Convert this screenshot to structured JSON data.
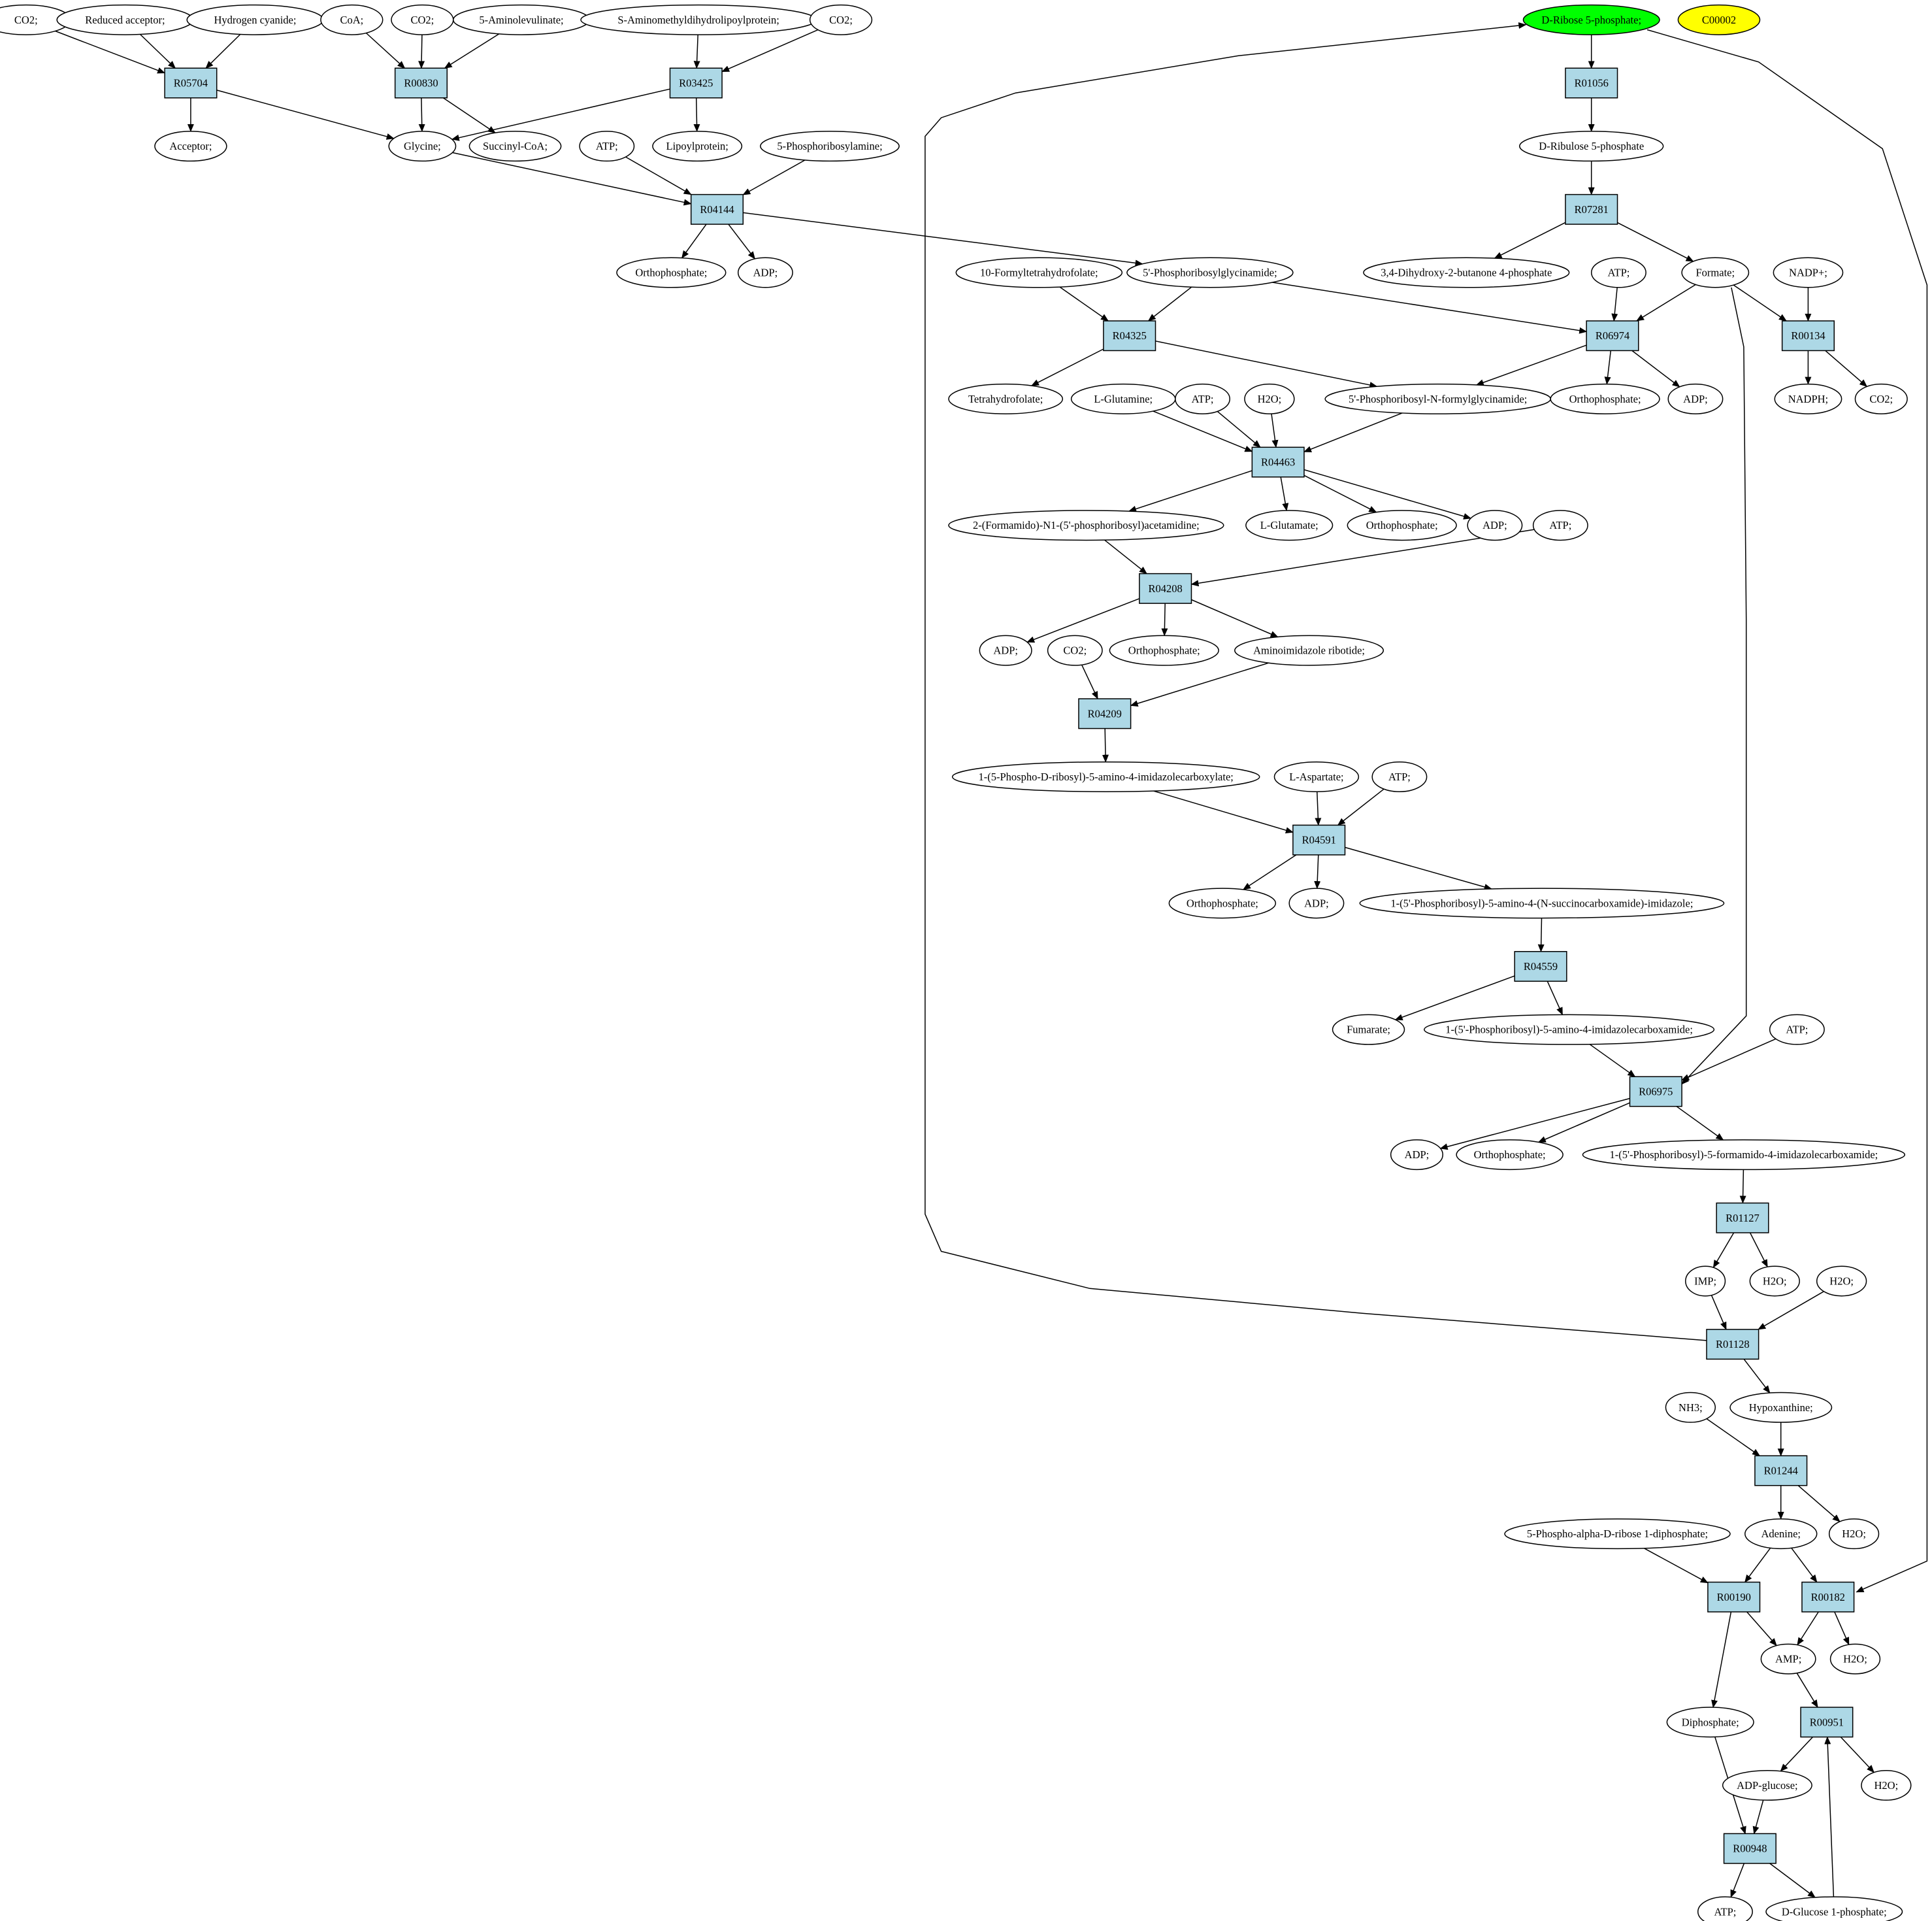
{
  "colors": {
    "reaction_fill": "#add8e6",
    "compound_fill": "#ffffff",
    "start_fill": "#00ff00",
    "marker_fill": "#ffff00",
    "stroke": "#000000"
  },
  "nodes": [
    {
      "id": "c_co2_1",
      "kind": "compound",
      "label": "CO2;"
    },
    {
      "id": "c_reduced_acceptor",
      "kind": "compound",
      "label": "Reduced acceptor;"
    },
    {
      "id": "c_hydrogen_cyanide",
      "kind": "compound",
      "label": "Hydrogen cyanide;"
    },
    {
      "id": "c_coa",
      "kind": "compound",
      "label": "CoA;"
    },
    {
      "id": "c_co2_2",
      "kind": "compound",
      "label": "CO2;"
    },
    {
      "id": "c_aminolevulinate",
      "kind": "compound",
      "label": "5-Aminolevulinate;"
    },
    {
      "id": "c_s_aminomethyl",
      "kind": "compound",
      "label": "S-Aminomethyldihydrolipoylprotein;"
    },
    {
      "id": "c_co2_3",
      "kind": "compound",
      "label": "CO2;"
    },
    {
      "id": "c_d_ribose_5p",
      "kind": "start",
      "label": "D-Ribose 5-phosphate;"
    },
    {
      "id": "c_c00002",
      "kind": "marker",
      "label": "C00002"
    },
    {
      "id": "r_R05704",
      "kind": "reaction",
      "label": "R05704"
    },
    {
      "id": "r_R00830",
      "kind": "reaction",
      "label": "R00830"
    },
    {
      "id": "r_R03425",
      "kind": "reaction",
      "label": "R03425"
    },
    {
      "id": "r_R01056",
      "kind": "reaction",
      "label": "R01056"
    },
    {
      "id": "c_acceptor",
      "kind": "compound",
      "label": "Acceptor;"
    },
    {
      "id": "c_glycine",
      "kind": "compound",
      "label": "Glycine;"
    },
    {
      "id": "c_succinyl_coa",
      "kind": "compound",
      "label": "Succinyl-CoA;"
    },
    {
      "id": "c_atp_1",
      "kind": "compound",
      "label": "ATP;"
    },
    {
      "id": "c_lipoylprotein",
      "kind": "compound",
      "label": "Lipoylprotein;"
    },
    {
      "id": "c_phosphoribosylamine",
      "kind": "compound",
      "label": "5-Phosphoribosylamine;"
    },
    {
      "id": "c_d_ribulose_5p",
      "kind": "compound",
      "label": "D-Ribulose 5-phosphate"
    },
    {
      "id": "r_R04144",
      "kind": "reaction",
      "label": "R04144"
    },
    {
      "id": "r_R07281",
      "kind": "reaction",
      "label": "R07281"
    },
    {
      "id": "c_orthophosphate_1",
      "kind": "compound",
      "label": "Orthophosphate;"
    },
    {
      "id": "c_adp_1",
      "kind": "compound",
      "label": "ADP;"
    },
    {
      "id": "c_10_formyl_thf",
      "kind": "compound",
      "label": "10-Formyltetrahydrofolate;"
    },
    {
      "id": "c_phosphoribosylglycinamide",
      "kind": "compound",
      "label": "5'-Phosphoribosylglycinamide;"
    },
    {
      "id": "c_dihydroxy_butanone",
      "kind": "compound",
      "label": "3,4-Dihydroxy-2-butanone 4-phosphate"
    },
    {
      "id": "c_atp_2",
      "kind": "compound",
      "label": "ATP;"
    },
    {
      "id": "c_formate",
      "kind": "compound",
      "label": "Formate;"
    },
    {
      "id": "c_nadp",
      "kind": "compound",
      "label": "NADP+;"
    },
    {
      "id": "r_R04325",
      "kind": "reaction",
      "label": "R04325"
    },
    {
      "id": "r_R06974",
      "kind": "reaction",
      "label": "R06974"
    },
    {
      "id": "r_R00134",
      "kind": "reaction",
      "label": "R00134"
    },
    {
      "id": "c_thf",
      "kind": "compound",
      "label": "Tetrahydrofolate;"
    },
    {
      "id": "c_l_glutamine",
      "kind": "compound",
      "label": "L-Glutamine;"
    },
    {
      "id": "c_atp_3",
      "kind": "compound",
      "label": "ATP;"
    },
    {
      "id": "c_h2o_1",
      "kind": "compound",
      "label": "H2O;"
    },
    {
      "id": "c_fgar",
      "kind": "compound",
      "label": "5'-Phosphoribosyl-N-formylglycinamide;"
    },
    {
      "id": "c_orthophosphate_2",
      "kind": "compound",
      "label": "Orthophosphate;"
    },
    {
      "id": "c_adp_2",
      "kind": "compound",
      "label": "ADP;"
    },
    {
      "id": "c_nadph",
      "kind": "compound",
      "label": "NADPH;"
    },
    {
      "id": "c_co2_4",
      "kind": "compound",
      "label": "CO2;"
    },
    {
      "id": "r_R04463",
      "kind": "reaction",
      "label": "R04463"
    },
    {
      "id": "c_fgam",
      "kind": "compound",
      "label": "2-(Formamido)-N1-(5'-phosphoribosyl)acetamidine;"
    },
    {
      "id": "c_l_glutamate",
      "kind": "compound",
      "label": "L-Glutamate;"
    },
    {
      "id": "c_orthophosphate_3",
      "kind": "compound",
      "label": "Orthophosphate;"
    },
    {
      "id": "c_adp_3",
      "kind": "compound",
      "label": "ADP;"
    },
    {
      "id": "c_atp_4",
      "kind": "compound",
      "label": "ATP;"
    },
    {
      "id": "r_R04208",
      "kind": "reaction",
      "label": "R04208"
    },
    {
      "id": "c_adp_4",
      "kind": "compound",
      "label": "ADP;"
    },
    {
      "id": "c_co2_5",
      "kind": "compound",
      "label": "CO2;"
    },
    {
      "id": "c_orthophosphate_4",
      "kind": "compound",
      "label": "Orthophosphate;"
    },
    {
      "id": "c_air",
      "kind": "compound",
      "label": "Aminoimidazole ribotide;"
    },
    {
      "id": "r_R04209",
      "kind": "reaction",
      "label": "R04209"
    },
    {
      "id": "c_cair",
      "kind": "compound",
      "label": "1-(5-Phospho-D-ribosyl)-5-amino-4-imidazolecarboxylate;"
    },
    {
      "id": "c_l_aspartate",
      "kind": "compound",
      "label": "L-Aspartate;"
    },
    {
      "id": "c_atp_5",
      "kind": "compound",
      "label": "ATP;"
    },
    {
      "id": "r_R04591",
      "kind": "reaction",
      "label": "R04591"
    },
    {
      "id": "c_orthophosphate_5",
      "kind": "compound",
      "label": "Orthophosphate;"
    },
    {
      "id": "c_adp_5",
      "kind": "compound",
      "label": "ADP;"
    },
    {
      "id": "c_saicar",
      "kind": "compound",
      "label": "1-(5'-Phosphoribosyl)-5-amino-4-(N-succinocarboxamide)-imidazole;"
    },
    {
      "id": "r_R04559",
      "kind": "reaction",
      "label": "R04559"
    },
    {
      "id": "c_fumarate",
      "kind": "compound",
      "label": "Fumarate;"
    },
    {
      "id": "c_aicar",
      "kind": "compound",
      "label": "1-(5'-Phosphoribosyl)-5-amino-4-imidazolecarboxamide;"
    },
    {
      "id": "c_atp_6",
      "kind": "compound",
      "label": "ATP;"
    },
    {
      "id": "r_R06975",
      "kind": "reaction",
      "label": "R06975"
    },
    {
      "id": "c_adp_6",
      "kind": "compound",
      "label": "ADP;"
    },
    {
      "id": "c_orthophosphate_6",
      "kind": "compound",
      "label": "Orthophosphate;"
    },
    {
      "id": "c_faicar",
      "kind": "compound",
      "label": "1-(5'-Phosphoribosyl)-5-formamido-4-imidazolecarboxamide;"
    },
    {
      "id": "r_R01127",
      "kind": "reaction",
      "label": "R01127"
    },
    {
      "id": "c_imp",
      "kind": "compound",
      "label": "IMP;"
    },
    {
      "id": "c_h2o_2",
      "kind": "compound",
      "label": "H2O;"
    },
    {
      "id": "c_h2o_3",
      "kind": "compound",
      "label": "H2O;"
    },
    {
      "id": "r_R01128",
      "kind": "reaction",
      "label": "R01128"
    },
    {
      "id": "c_nh3",
      "kind": "compound",
      "label": "NH3;"
    },
    {
      "id": "c_hypoxanthine",
      "kind": "compound",
      "label": "Hypoxanthine;"
    },
    {
      "id": "r_R01244",
      "kind": "reaction",
      "label": "R01244"
    },
    {
      "id": "c_prpp",
      "kind": "compound",
      "label": "5-Phospho-alpha-D-ribose 1-diphosphate;"
    },
    {
      "id": "c_adenine",
      "kind": "compound",
      "label": "Adenine;"
    },
    {
      "id": "c_h2o_4",
      "kind": "compound",
      "label": "H2O;"
    },
    {
      "id": "r_R00190",
      "kind": "reaction",
      "label": "R00190"
    },
    {
      "id": "r_R00182",
      "kind": "reaction",
      "label": "R00182"
    },
    {
      "id": "c_amp",
      "kind": "compound",
      "label": "AMP;"
    },
    {
      "id": "c_h2o_5",
      "kind": "compound",
      "label": "H2O;"
    },
    {
      "id": "c_diphosphate",
      "kind": "compound",
      "label": "Diphosphate;"
    },
    {
      "id": "r_R00951",
      "kind": "reaction",
      "label": "R00951"
    },
    {
      "id": "c_adp_glucose",
      "kind": "compound",
      "label": "ADP-glucose;"
    },
    {
      "id": "c_h2o_6",
      "kind": "compound",
      "label": "H2O;"
    },
    {
      "id": "r_R00948",
      "kind": "reaction",
      "label": "R00948"
    },
    {
      "id": "c_atp_7",
      "kind": "compound",
      "label": "ATP;"
    },
    {
      "id": "c_d_glucose_1p",
      "kind": "compound",
      "label": "D-Glucose 1-phosphate;"
    }
  ],
  "edges": [
    [
      "c_co2_1",
      "r_R05704"
    ],
    [
      "c_reduced_acceptor",
      "r_R05704"
    ],
    [
      "c_hydrogen_cyanide",
      "r_R05704"
    ],
    [
      "r_R05704",
      "c_acceptor"
    ],
    [
      "r_R05704",
      "c_glycine"
    ],
    [
      "c_coa",
      "r_R00830"
    ],
    [
      "c_co2_2",
      "r_R00830"
    ],
    [
      "c_aminolevulinate",
      "r_R00830"
    ],
    [
      "r_R00830",
      "c_glycine"
    ],
    [
      "r_R00830",
      "c_succinyl_coa"
    ],
    [
      "c_s_aminomethyl",
      "r_R03425"
    ],
    [
      "c_co2_3",
      "r_R03425"
    ],
    [
      "r_R03425",
      "c_glycine"
    ],
    [
      "r_R03425",
      "c_lipoylprotein"
    ],
    [
      "c_glycine",
      "r_R04144"
    ],
    [
      "c_atp_1",
      "r_R04144"
    ],
    [
      "c_phosphoribosylamine",
      "r_R04144"
    ],
    [
      "r_R04144",
      "c_orthophosphate_1"
    ],
    [
      "r_R04144",
      "c_adp_1"
    ],
    [
      "r_R04144",
      "c_phosphoribosylglycinamide"
    ],
    [
      "c_d_ribose_5p",
      "r_R01056"
    ],
    [
      "r_R01056",
      "c_d_ribulose_5p"
    ],
    [
      "c_d_ribulose_5p",
      "r_R07281"
    ],
    [
      "r_R07281",
      "c_dihydroxy_butanone"
    ],
    [
      "r_R07281",
      "c_formate"
    ],
    [
      "c_10_formyl_thf",
      "r_R04325"
    ],
    [
      "c_phosphoribosylglycinamide",
      "r_R04325"
    ],
    [
      "r_R04325",
      "c_thf"
    ],
    [
      "r_R04325",
      "c_fgar"
    ],
    [
      "c_phosphoribosylglycinamide",
      "r_R06974"
    ],
    [
      "c_atp_2",
      "r_R06974"
    ],
    [
      "c_formate",
      "r_R06974"
    ],
    [
      "r_R06974",
      "c_fgar"
    ],
    [
      "r_R06974",
      "c_orthophosphate_2"
    ],
    [
      "r_R06974",
      "c_adp_2"
    ],
    [
      "c_formate",
      "r_R00134"
    ],
    [
      "c_nadp",
      "r_R00134"
    ],
    [
      "r_R00134",
      "c_nadph"
    ],
    [
      "r_R00134",
      "c_co2_4"
    ],
    [
      "c_l_glutamine",
      "r_R04463"
    ],
    [
      "c_atp_3",
      "r_R04463"
    ],
    [
      "c_h2o_1",
      "r_R04463"
    ],
    [
      "c_fgar",
      "r_R04463"
    ],
    [
      "r_R04463",
      "c_fgam"
    ],
    [
      "r_R04463",
      "c_l_glutamate"
    ],
    [
      "r_R04463",
      "c_orthophosphate_3"
    ],
    [
      "r_R04463",
      "c_adp_3"
    ],
    [
      "c_fgam",
      "r_R04208"
    ],
    [
      "c_atp_4",
      "r_R04208"
    ],
    [
      "r_R04208",
      "c_adp_4"
    ],
    [
      "r_R04208",
      "c_orthophosphate_4"
    ],
    [
      "r_R04208",
      "c_air"
    ],
    [
      "c_co2_5",
      "r_R04209"
    ],
    [
      "c_air",
      "r_R04209"
    ],
    [
      "r_R04209",
      "c_cair"
    ],
    [
      "c_cair",
      "r_R04591"
    ],
    [
      "c_l_aspartate",
      "r_R04591"
    ],
    [
      "c_atp_5",
      "r_R04591"
    ],
    [
      "r_R04591",
      "c_orthophosphate_5"
    ],
    [
      "r_R04591",
      "c_adp_5"
    ],
    [
      "r_R04591",
      "c_saicar"
    ],
    [
      "c_saicar",
      "r_R04559"
    ],
    [
      "r_R04559",
      "c_fumarate"
    ],
    [
      "r_R04559",
      "c_aicar"
    ],
    [
      "c_aicar",
      "r_R06975"
    ],
    [
      "c_atp_6",
      "r_R06975"
    ],
    [
      "c_formate",
      "r_R06975"
    ],
    [
      "r_R06975",
      "c_adp_6"
    ],
    [
      "r_R06975",
      "c_orthophosphate_6"
    ],
    [
      "r_R06975",
      "c_faicar"
    ],
    [
      "c_faicar",
      "r_R01127"
    ],
    [
      "r_R01127",
      "c_imp"
    ],
    [
      "r_R01127",
      "c_h2o_2"
    ],
    [
      "c_imp",
      "r_R01128"
    ],
    [
      "c_h2o_3",
      "r_R01128"
    ],
    [
      "r_R01128",
      "c_hypoxanthine"
    ],
    [
      "r_R01128",
      "c_d_ribose_5p"
    ],
    [
      "c_nh3",
      "r_R01244"
    ],
    [
      "c_hypoxanthine",
      "r_R01244"
    ],
    [
      "r_R01244",
      "c_adenine"
    ],
    [
      "r_R01244",
      "c_h2o_4"
    ],
    [
      "c_prpp",
      "r_R00190"
    ],
    [
      "c_adenine",
      "r_R00190"
    ],
    [
      "r_R00190",
      "c_amp"
    ],
    [
      "r_R00190",
      "c_diphosphate"
    ],
    [
      "c_adenine",
      "r_R00182"
    ],
    [
      "c_d_ribose_5p",
      "r_R00182"
    ],
    [
      "r_R00182",
      "c_amp"
    ],
    [
      "r_R00182",
      "c_h2o_5"
    ],
    [
      "c_amp",
      "r_R00951"
    ],
    [
      "c_d_glucose_1p",
      "r_R00951"
    ],
    [
      "r_R00951",
      "c_adp_glucose"
    ],
    [
      "r_R00951",
      "c_h2o_6"
    ],
    [
      "c_adp_glucose",
      "r_R00948"
    ],
    [
      "c_diphosphate",
      "r_R00948"
    ],
    [
      "r_R00948",
      "c_atp_7"
    ],
    [
      "r_R00948",
      "c_d_glucose_1p"
    ]
  ]
}
